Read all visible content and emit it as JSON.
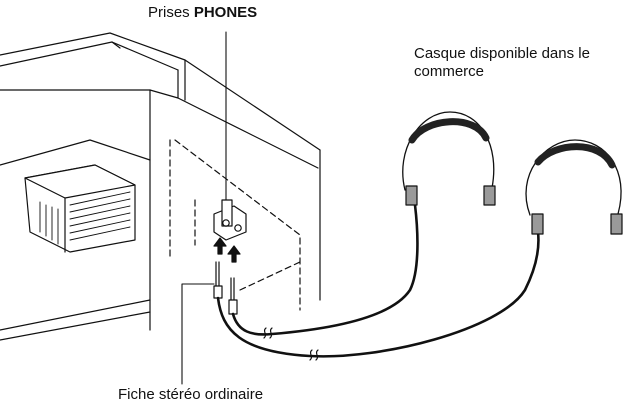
{
  "labels": {
    "phones_prefix": "Prises ",
    "phones_bold": "PHONES",
    "headphones_line1": "Casque disponible dans le",
    "headphones_line2": "commerce",
    "plug": "Fiche stéréo ordinaire"
  },
  "colors": {
    "line": "#111111",
    "headband": "#222222",
    "earcup": "#9a9a9a",
    "panel": "#ffffff"
  }
}
